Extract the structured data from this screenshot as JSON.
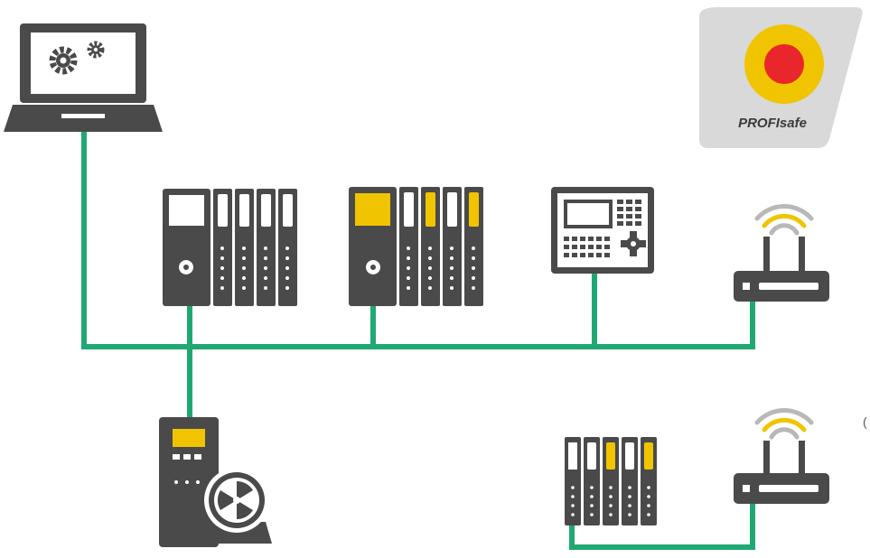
{
  "badge": {
    "label": "PROFIsafe"
  },
  "stray_text": "(",
  "colors": {
    "network_line": "#20a873",
    "device_body": "#4a4a4a",
    "safety_yellow": "#f0c400",
    "screen_white": "#ffffff",
    "badge_background": "#d9d9d9",
    "badge_red": "#e8262b"
  },
  "devices": [
    {
      "id": "engineering-laptop",
      "icon": "laptop-with-gears-icon"
    },
    {
      "id": "standard-plc",
      "icon": "plc-controller-icon"
    },
    {
      "id": "safety-plc",
      "icon": "safety-plc-controller-icon"
    },
    {
      "id": "hmi-panel",
      "icon": "hmi-operator-panel-icon"
    },
    {
      "id": "wireless-access-point",
      "icon": "wireless-router-icon"
    },
    {
      "id": "safety-drive",
      "icon": "drive-with-motor-icon"
    },
    {
      "id": "remote-safety-io",
      "icon": "remote-io-module-icon"
    },
    {
      "id": "wireless-client",
      "icon": "wireless-router-icon"
    }
  ]
}
